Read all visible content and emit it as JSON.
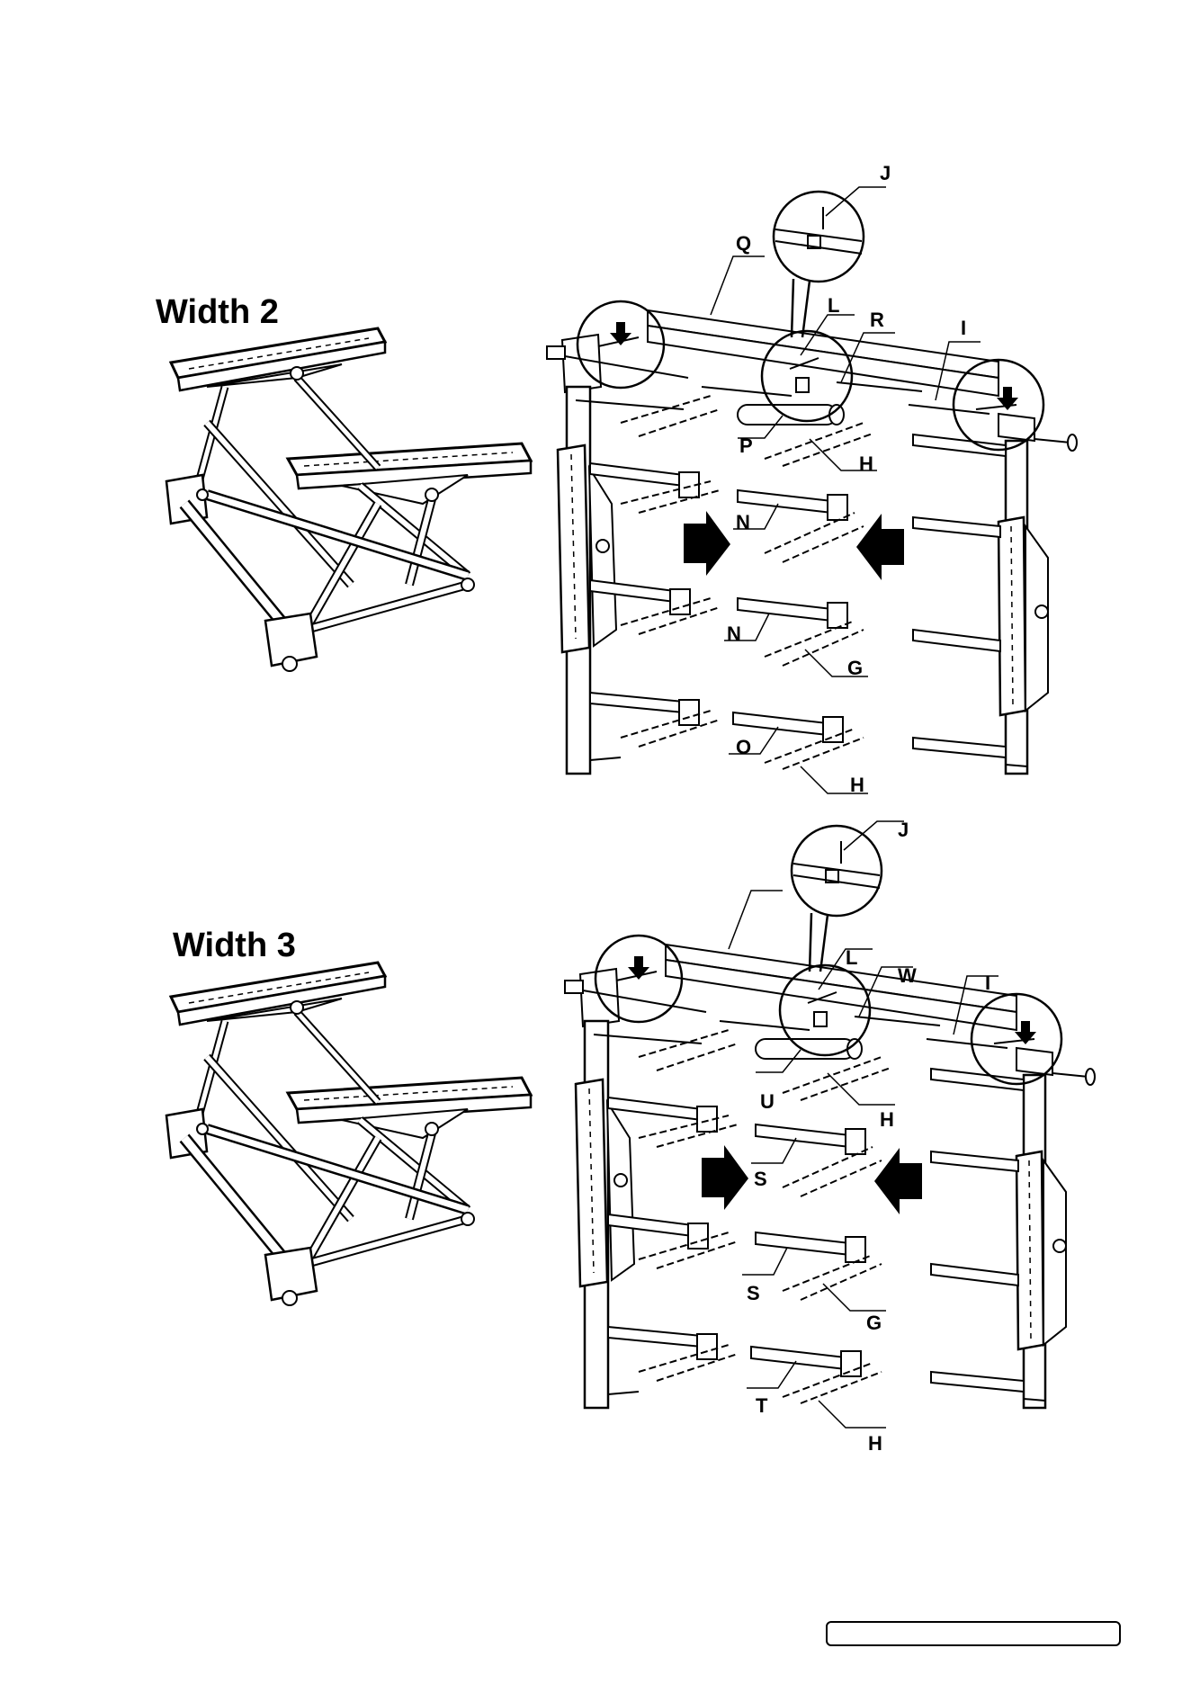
{
  "sections": [
    {
      "heading": "Width 2",
      "labels": {
        "j": "J",
        "q": "Q",
        "l": "L",
        "r": "R",
        "i": "I",
        "p": "P",
        "h1": "H",
        "n1": "N",
        "n2": "N",
        "g": "G",
        "o": "O",
        "h2": "H"
      }
    },
    {
      "heading": "Width 3",
      "labels": {
        "j": "J",
        "l": "L",
        "w": "W",
        "i": "I",
        "u": "U",
        "h1": "H",
        "s1": "S",
        "s2": "S",
        "g": "G",
        "t": "T",
        "h2": "H"
      }
    }
  ],
  "footer": {
    "box_text": ""
  }
}
